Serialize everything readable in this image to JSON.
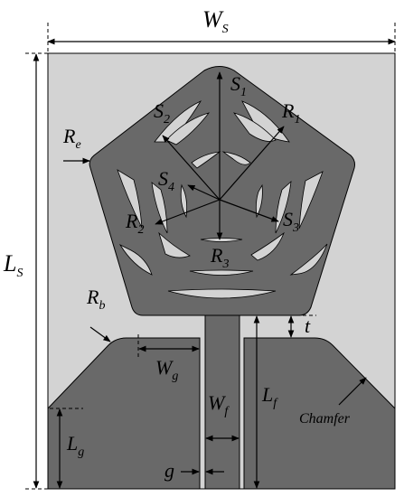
{
  "colors": {
    "substrate": "#d3d3d3",
    "metal": "#696969",
    "outline": "#000000",
    "background": "#ffffff"
  },
  "labels": {
    "ws": {
      "main": "W",
      "sub": "S"
    },
    "ls": {
      "main": "L",
      "sub": "S"
    },
    "re": {
      "main": "R",
      "sub": "e"
    },
    "rb": {
      "main": "R",
      "sub": "b"
    },
    "r1": {
      "main": "R",
      "sub": "1"
    },
    "r2": {
      "main": "R",
      "sub": "2"
    },
    "r3": {
      "main": "R",
      "sub": "3"
    },
    "s1": {
      "main": "S",
      "sub": "1"
    },
    "s2": {
      "main": "S",
      "sub": "2"
    },
    "s3": {
      "main": "S",
      "sub": "3"
    },
    "s4": {
      "main": "S",
      "sub": "4"
    },
    "t": "t",
    "wg": {
      "main": "W",
      "sub": "g"
    },
    "lg": {
      "main": "L",
      "sub": "g"
    },
    "wf": {
      "main": "W",
      "sub": "f"
    },
    "lf": {
      "main": "L",
      "sub": "f"
    },
    "g": "g",
    "chamfer": "Chamfer"
  }
}
